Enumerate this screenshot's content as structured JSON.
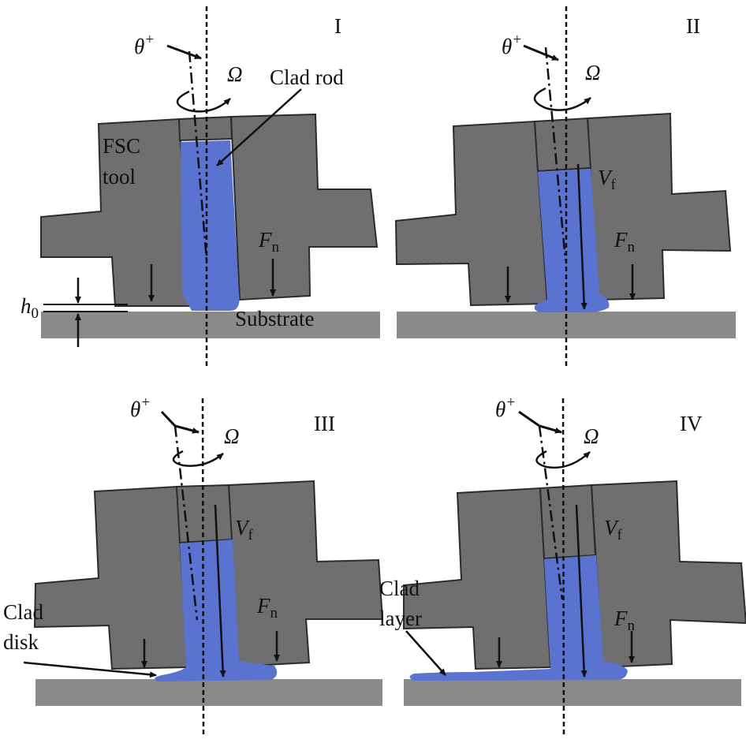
{
  "colors": {
    "tool_fill": "#6f6f71",
    "tool_stroke": "#2b2b2b",
    "clad_fill": "#5a72d0",
    "substrate_fill": "#8a8a8a",
    "line": "#111111",
    "background": "#ffffff"
  },
  "panels": [
    {
      "id": "I",
      "stage_label": "I",
      "theta_label": "θ",
      "theta_sup": "+",
      "omega_label": "Ω",
      "force_main": "F",
      "force_sub": "n",
      "clad_rod_label": "Clad rod",
      "tool_label_line1": "FSC",
      "tool_label_line2": "tool",
      "substrate_label": "Substrate",
      "gap_label_main": "h",
      "gap_label_sub": "0"
    },
    {
      "id": "II",
      "stage_label": "II",
      "theta_label": "θ",
      "theta_sup": "+",
      "omega_label": "Ω",
      "force_main": "F",
      "force_sub": "n",
      "feed_main": "V",
      "feed_sub": "f"
    },
    {
      "id": "III",
      "stage_label": "III",
      "theta_label": "θ",
      "theta_sup": "+",
      "omega_label": "Ω",
      "force_main": "F",
      "force_sub": "n",
      "feed_main": "V",
      "feed_sub": "f",
      "clad_disk_line1": "Clad",
      "clad_disk_line2": "disk"
    },
    {
      "id": "IV",
      "stage_label": "IV",
      "theta_label": "θ",
      "theta_sup": "+",
      "omega_label": "Ω",
      "force_main": "F",
      "force_sub": "n",
      "feed_main": "V",
      "feed_sub": "f",
      "clad_layer_line1": "Clad",
      "clad_layer_line2": "layer"
    }
  ]
}
